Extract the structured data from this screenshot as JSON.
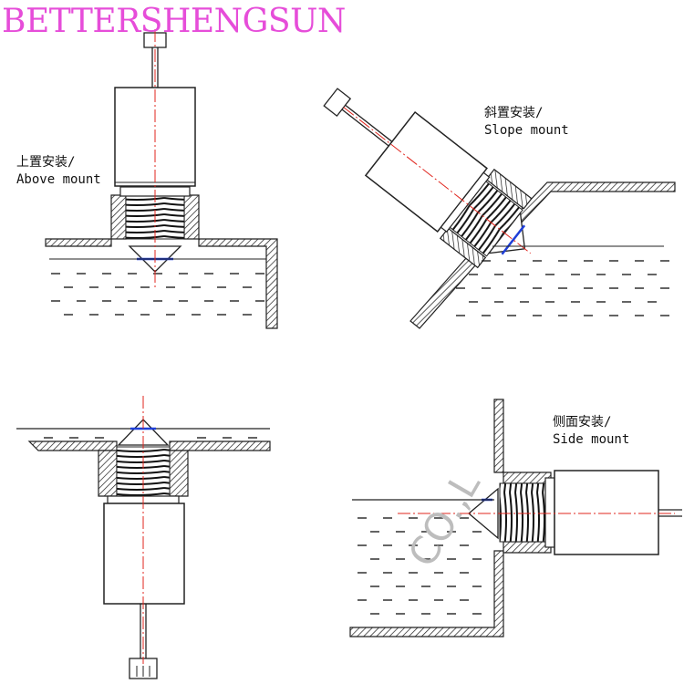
{
  "brand": {
    "text": "BETTERSHENGSUN",
    "color": "#e64dd9"
  },
  "colors": {
    "axis_line": "#e0241c",
    "sense_line": "#1f3fd8",
    "ink": "#1a1a1a",
    "water": "#111111"
  },
  "panels": {
    "above": {
      "cn": "上置安装/",
      "en": "Above mount"
    },
    "slope": {
      "cn": "斜置安装/",
      "en": "Slope mount"
    },
    "below": {},
    "side": {
      "cn": "侧面安装/",
      "en": "Side mount"
    }
  },
  "watermark": {
    "text": "CO.,L"
  }
}
